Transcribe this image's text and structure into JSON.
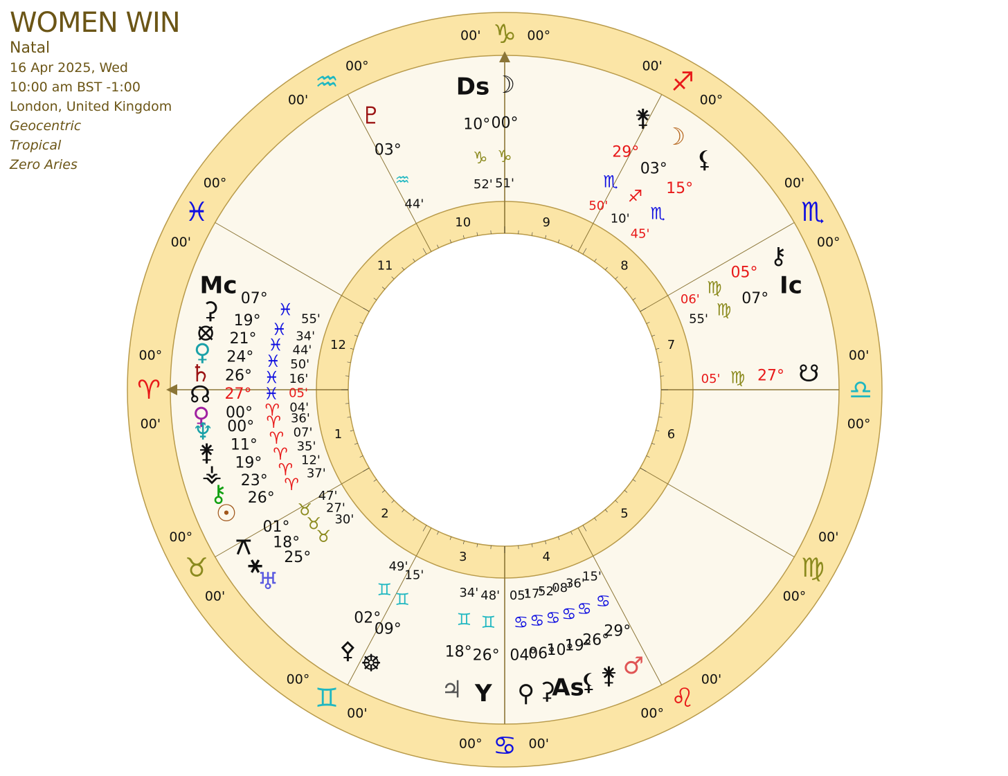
{
  "chart": {
    "title": "WOMEN WIN",
    "type": "Natal",
    "date": "16 Apr 2025, Wed",
    "time": "10:00 am BST -1:00",
    "place": "London, United Kingdom",
    "settings": [
      "Geocentric",
      "Tropical",
      "Zero Aries"
    ]
  },
  "colors": {
    "ring_fill": "#fbe5a6",
    "ring_stroke": "#b89a4a",
    "inner_fill": "#fcf8ec",
    "line": "#8b7536",
    "fire": "#e81919",
    "earth": "#8b8a1e",
    "air": "#1fb7c1",
    "water": "#1010e0"
  },
  "zodiac_ring": [
    {
      "name": "Aries",
      "glyph": "♈",
      "element": "fire",
      "deg": "00°",
      "min": "00'"
    },
    {
      "name": "Taurus",
      "glyph": "♉",
      "element": "earth",
      "deg": "00°",
      "min": "00'"
    },
    {
      "name": "Gemini",
      "glyph": "♊",
      "element": "air",
      "deg": "00°",
      "min": "00'"
    },
    {
      "name": "Cancer",
      "glyph": "♋",
      "element": "water",
      "deg": "00°",
      "min": "00'"
    },
    {
      "name": "Leo",
      "glyph": "♌",
      "element": "fire",
      "deg": "00°",
      "min": "00'"
    },
    {
      "name": "Virgo",
      "glyph": "♍",
      "element": "earth",
      "deg": "00°",
      "min": "00'"
    },
    {
      "name": "Libra",
      "glyph": "♎",
      "element": "air",
      "deg": "00°",
      "min": "00'"
    },
    {
      "name": "Scorpio",
      "glyph": "♏",
      "element": "water",
      "deg": "00°",
      "min": "00'"
    },
    {
      "name": "Sagittarius",
      "glyph": "♐",
      "element": "fire",
      "deg": "00°",
      "min": "00'"
    },
    {
      "name": "Capricorn",
      "glyph": "♑",
      "element": "earth",
      "deg": "00°",
      "min": "00'"
    },
    {
      "name": "Aquarius",
      "glyph": "♒",
      "element": "air",
      "deg": "00°",
      "min": "00'"
    },
    {
      "name": "Pisces",
      "glyph": "♓",
      "element": "water",
      "deg": "00°",
      "min": "00'"
    }
  ],
  "houses": [
    "1",
    "2",
    "3",
    "4",
    "5",
    "6",
    "7",
    "8",
    "9",
    "10",
    "11",
    "12"
  ],
  "points": [
    {
      "name": "Descendant",
      "glyph": "Ds",
      "deg": "10°",
      "sign": "♑",
      "sign_el": "earth",
      "min": "52'",
      "gcolor": "#111",
      "tcolor": "#111"
    },
    {
      "name": "Moon",
      "glyph": "☽",
      "deg": "00°",
      "sign": "♑",
      "sign_el": "earth",
      "min": "51'",
      "gcolor": "#111",
      "tcolor": "#111"
    },
    {
      "name": "Pluto",
      "glyph": "♇",
      "deg": "03°",
      "sign": "♒",
      "sign_el": "air",
      "min": "44'",
      "gcolor": "#9b1414",
      "tcolor": "#111"
    },
    {
      "name": "Moon (transit)",
      "glyph": "☽",
      "deg": "03°",
      "sign": "♐",
      "sign_el": "fire",
      "min": "10'",
      "gcolor": "#b5651d",
      "tcolor": "#111"
    },
    {
      "name": "Asteroid",
      "glyph": "⚵",
      "deg": "29°",
      "sign": "♏",
      "sign_el": "water",
      "min": "50'",
      "gcolor": "#111",
      "tcolor": "#e81919"
    },
    {
      "name": "Lilith",
      "glyph": "⚸",
      "deg": "15°",
      "sign": "♏",
      "sign_el": "water",
      "min": "45'",
      "gcolor": "#111",
      "tcolor": "#e81919"
    },
    {
      "name": "Midheaven",
      "glyph": "Mc",
      "deg": "07°",
      "sign": "♓",
      "sign_el": "water",
      "min": "55'",
      "gcolor": "#111",
      "tcolor": "#111"
    },
    {
      "name": "Hygiea",
      "glyph": "⚳",
      "deg": "19°",
      "sign": "♓",
      "sign_el": "water",
      "min": "34'",
      "gcolor": "#111",
      "tcolor": "#111"
    },
    {
      "name": "Fortune",
      "glyph": "⦻",
      "deg": "21°",
      "sign": "♓",
      "sign_el": "water",
      "min": "44'",
      "gcolor": "#111",
      "tcolor": "#111"
    },
    {
      "name": "Venus",
      "glyph": "♀",
      "deg": "24°",
      "sign": "♓",
      "sign_el": "water",
      "min": "50'",
      "gcolor": "#1aa1a8",
      "tcolor": "#111"
    },
    {
      "name": "Saturn",
      "glyph": "♄",
      "deg": "26°",
      "sign": "♓",
      "sign_el": "water",
      "min": "16'",
      "gcolor": "#9b1414",
      "tcolor": "#111"
    },
    {
      "name": "North Node",
      "glyph": "☊",
      "deg": "27°",
      "sign": "♓",
      "sign_el": "water",
      "min": "05'",
      "gcolor": "#111",
      "tcolor": "#e81919"
    },
    {
      "name": "Venus (2)",
      "glyph": "♀",
      "deg": "00°",
      "sign": "♈",
      "sign_el": "fire",
      "min": "04'",
      "gcolor": "#a020a0",
      "tcolor": "#111"
    },
    {
      "name": "Neptune",
      "glyph": "♆",
      "deg": "00°",
      "sign": "♈",
      "sign_el": "fire",
      "min": "36'",
      "gcolor": "#1aa1a8",
      "tcolor": "#111"
    },
    {
      "name": "Juno",
      "glyph": "⚵",
      "deg": "11°",
      "sign": "♈",
      "sign_el": "fire",
      "min": "07'",
      "gcolor": "#111",
      "tcolor": "#111"
    },
    {
      "name": "Vesta",
      "glyph": "⚶",
      "deg": "19°",
      "sign": "♈",
      "sign_el": "fire",
      "min": "35'",
      "gcolor": "#111",
      "tcolor": "#111"
    },
    {
      "name": "Chiron",
      "glyph": "⚷",
      "deg": "23°",
      "sign": "♈",
      "sign_el": "fire",
      "min": "12'",
      "gcolor": "#12a012",
      "tcolor": "#111"
    },
    {
      "name": "Sun",
      "glyph": "☉",
      "deg": "26°",
      "sign": "♈",
      "sign_el": "fire",
      "min": "37'",
      "gcolor": "#a0561a",
      "tcolor": "#111"
    },
    {
      "name": "Point 1",
      "glyph": "⚻",
      "deg": "01°",
      "sign": "♉",
      "sign_el": "earth",
      "min": "47'",
      "gcolor": "#111",
      "tcolor": "#111"
    },
    {
      "name": "Point 2",
      "glyph": "⚹",
      "deg": "18°",
      "sign": "♉",
      "sign_el": "earth",
      "min": "27'",
      "gcolor": "#111",
      "tcolor": "#111"
    },
    {
      "name": "Uranus",
      "glyph": "♅",
      "deg": "25°",
      "sign": "♉",
      "sign_el": "earth",
      "min": "30'",
      "gcolor": "#5a5ae0",
      "tcolor": "#111"
    },
    {
      "name": "Point 3",
      "glyph": "⚴",
      "deg": "02°",
      "sign": "♊",
      "sign_el": "air",
      "min": "49'",
      "gcolor": "#111",
      "tcolor": "#111"
    },
    {
      "name": "Wheel",
      "glyph": "☸",
      "deg": "09°",
      "sign": "♊",
      "sign_el": "air",
      "min": "15'",
      "gcolor": "#111",
      "tcolor": "#111"
    },
    {
      "name": "Jupiter",
      "glyph": "♃",
      "deg": "18°",
      "sign": "♊",
      "sign_el": "air",
      "min": "34'",
      "gcolor": "#555",
      "tcolor": "#111"
    },
    {
      "name": "Point 4",
      "glyph": "Y",
      "deg": "26°",
      "sign": "♊",
      "sign_el": "air",
      "min": "48'",
      "gcolor": "#111",
      "tcolor": "#111"
    },
    {
      "name": "Point 5",
      "glyph": "⚲",
      "deg": "04°",
      "sign": "♋",
      "sign_el": "water",
      "min": "05'",
      "gcolor": "#111",
      "tcolor": "#111"
    },
    {
      "name": "Ceres",
      "glyph": "⚳",
      "deg": "06°",
      "sign": "♋",
      "sign_el": "water",
      "min": "17'",
      "gcolor": "#111",
      "tcolor": "#111"
    },
    {
      "name": "Ascendant",
      "glyph": "As",
      "deg": "10°",
      "sign": "♋",
      "sign_el": "water",
      "min": "52'",
      "gcolor": "#111",
      "tcolor": "#111"
    },
    {
      "name": "Point 6",
      "glyph": "⚸",
      "deg": "19°",
      "sign": "♋",
      "sign_el": "water",
      "min": "08'",
      "gcolor": "#111",
      "tcolor": "#111"
    },
    {
      "name": "Point 7",
      "glyph": "⚵",
      "deg": "26°",
      "sign": "♋",
      "sign_el": "water",
      "min": "36'",
      "gcolor": "#111",
      "tcolor": "#111"
    },
    {
      "name": "Mars",
      "glyph": "♂",
      "deg": "29°",
      "sign": "♋",
      "sign_el": "water",
      "min": "15'",
      "gcolor": "#e05555",
      "tcolor": "#111"
    },
    {
      "name": "South Node",
      "glyph": "☋",
      "deg": "27°",
      "sign": "♍",
      "sign_el": "earth",
      "min": "05'",
      "gcolor": "#111",
      "tcolor": "#e81919"
    },
    {
      "name": "Imum Coeli",
      "glyph": "Ic",
      "deg": "07°",
      "sign": "♍",
      "sign_el": "earth",
      "min": "55'",
      "gcolor": "#111",
      "tcolor": "#111"
    },
    {
      "name": "Point 8",
      "glyph": "⚷",
      "deg": "05°",
      "sign": "♍",
      "sign_el": "earth",
      "min": "06'",
      "gcolor": "#111",
      "tcolor": "#e81919"
    }
  ]
}
